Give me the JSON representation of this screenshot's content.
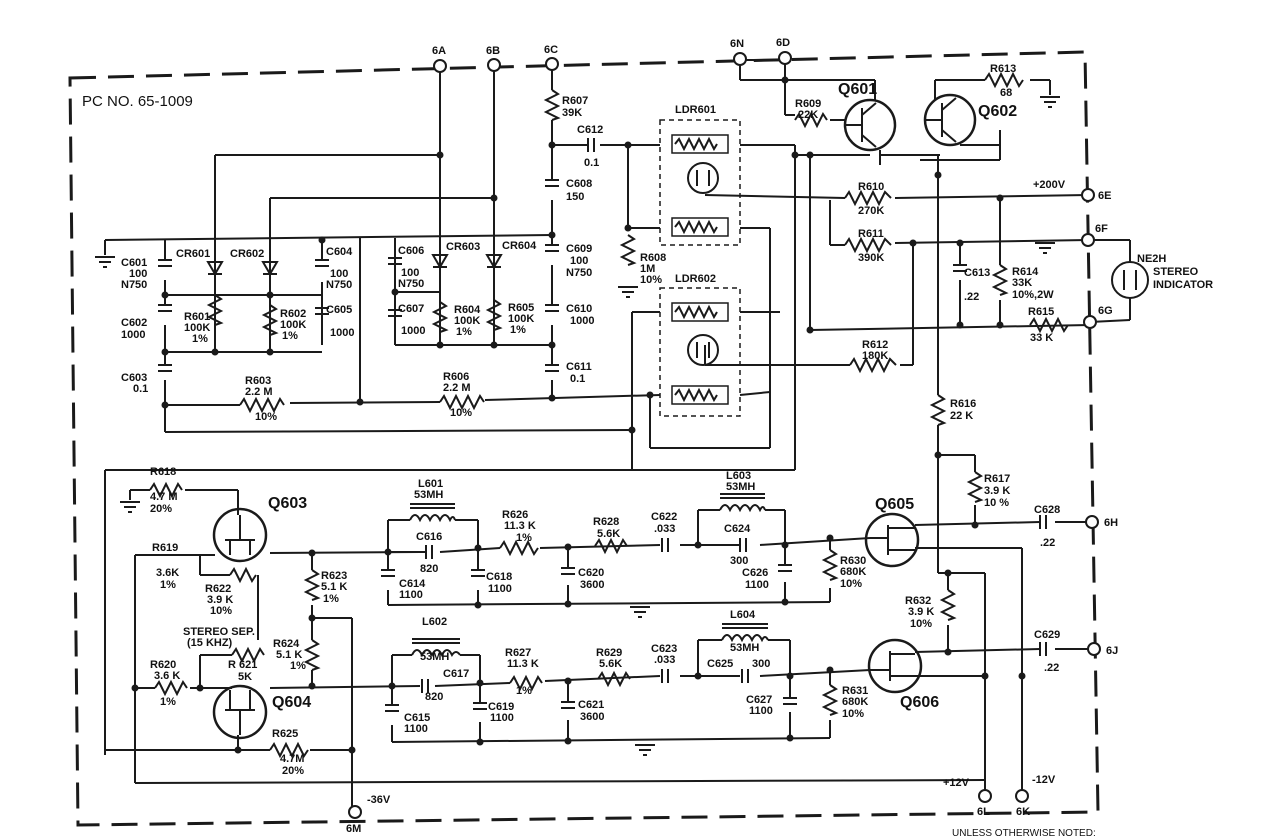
{
  "board_label": "PC NO. 65-1009",
  "footer_note": "UNLESS OTHERWISE NOTED:",
  "terminals": {
    "t6A": "6A",
    "t6B": "6B",
    "t6C": "6C",
    "t6N": "6N",
    "t6D": "6D",
    "t6E": "6E",
    "t6F": "6F",
    "t6G": "6G",
    "t6H": "6H",
    "t6J": "6J",
    "t6K": "6K",
    "t6L": "6L",
    "t6M": "6M"
  },
  "supply": {
    "p200": "+200V",
    "p12": "+12V",
    "m12": "-12V",
    "m36": "-36V"
  },
  "transistors": {
    "q601": "Q601",
    "q602": "Q602",
    "q603": "Q603",
    "q604": "Q604",
    "q605": "Q605",
    "q606": "Q606"
  },
  "ldr": {
    "ldr601": "LDR601",
    "ldr602": "LDR602"
  },
  "indicator": {
    "lamp": "NE2H",
    "line1": "STEREO",
    "line2": "INDICATOR"
  },
  "stereo_sep": {
    "line1": "STEREO SEP.",
    "line2": "(15 KHZ)"
  },
  "components": {
    "cr601": "CR601",
    "cr602": "CR602",
    "cr603": "CR603",
    "cr604": "CR604",
    "c601": [
      "C601",
      "100",
      "N750"
    ],
    "c602": [
      "C602",
      "1000"
    ],
    "c603": [
      "C603",
      "0.1"
    ],
    "c604": [
      "C604",
      "100",
      "N750"
    ],
    "c605": [
      "C605",
      "1000"
    ],
    "c606": [
      "C606",
      "100",
      "N750"
    ],
    "c607": [
      "C607",
      "1000"
    ],
    "c608": [
      "C608",
      "150"
    ],
    "c609": [
      "C609",
      "100",
      "N750"
    ],
    "c610": [
      "C610",
      "1000"
    ],
    "c611": [
      "C611",
      "0.1"
    ],
    "c612": [
      "C612",
      "0.1"
    ],
    "c613": [
      "C613",
      ".22"
    ],
    "c614": [
      "C614",
      "1100"
    ],
    "c615": [
      "C615",
      "1100"
    ],
    "c616": [
      "C616",
      "820"
    ],
    "c617": [
      "C617",
      "820"
    ],
    "c618": [
      "C618",
      "1100"
    ],
    "c619": [
      "C619",
      "1100"
    ],
    "c620": [
      "C620",
      "3600"
    ],
    "c621": [
      "C621",
      "3600"
    ],
    "c622": [
      "C622",
      ".033"
    ],
    "c623": [
      "C623",
      ".033"
    ],
    "c624": [
      "C624",
      "300"
    ],
    "c625": [
      "C625",
      "300"
    ],
    "c626": [
      "C626",
      "1100"
    ],
    "c627": [
      "C627",
      "1100"
    ],
    "c628": [
      "C628",
      ".22"
    ],
    "c629": [
      "C629",
      ".22"
    ],
    "r601": [
      "R601",
      "100K",
      "1%"
    ],
    "r602": [
      "R602",
      "100K",
      "1%"
    ],
    "r603": [
      "R603",
      "2.2 M",
      "10%"
    ],
    "r604": [
      "R604",
      "100K",
      "1%"
    ],
    "r605": [
      "R605",
      "100K",
      "1%"
    ],
    "r606": [
      "R606",
      "2.2 M",
      "10%"
    ],
    "r607": [
      "R607",
      "39K"
    ],
    "r608": [
      "R608",
      "1M",
      "10%"
    ],
    "r609": [
      "R609",
      "22K"
    ],
    "r610": [
      "R610",
      "270K"
    ],
    "r611": [
      "R611",
      "390K"
    ],
    "r612": [
      "R612",
      "180K"
    ],
    "r613": [
      "R613",
      "68"
    ],
    "r614": [
      "R614",
      "33K",
      "10%,2W"
    ],
    "r615": [
      "R615",
      "33 K"
    ],
    "r616": [
      "R616",
      "22 K"
    ],
    "r617": [
      "R617",
      "3.9 K",
      "10 %"
    ],
    "r618": [
      "R618",
      "4.7 M",
      "20%"
    ],
    "r619": [
      "R619",
      "3.6K",
      "1%"
    ],
    "r620": [
      "R620",
      "3.6 K",
      "1%"
    ],
    "r621": [
      "R 621",
      "5K"
    ],
    "r622": [
      "R622",
      "3.9 K",
      "10%"
    ],
    "r623": [
      "R623",
      "5.1 K",
      "1%"
    ],
    "r624": [
      "R624",
      "5.1 K",
      "1%"
    ],
    "r625": [
      "R625",
      "4.7M",
      "20%"
    ],
    "r626": [
      "R626",
      "11.3 K",
      "1%"
    ],
    "r627": [
      "R627",
      "11.3 K",
      "1%"
    ],
    "r628": [
      "R628",
      "5.6K"
    ],
    "r629": [
      "R629",
      "5.6K"
    ],
    "r630": [
      "R630",
      "680K",
      "10%"
    ],
    "r631": [
      "R631",
      "680K",
      "10%"
    ],
    "r632": [
      "R632",
      "3.9 K",
      "10%"
    ],
    "l601": [
      "L601",
      "53MH"
    ],
    "l602": [
      "L602",
      "53MH"
    ],
    "l603": [
      "L603",
      "53MH"
    ],
    "l604": [
      "L604",
      "53MH"
    ]
  }
}
